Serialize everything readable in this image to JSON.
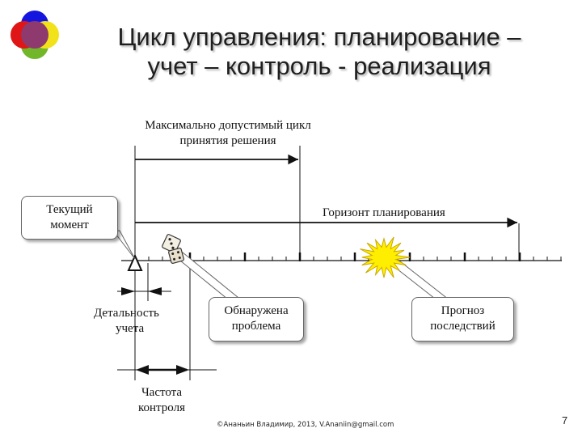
{
  "title": {
    "line1": "Цикл управления: планирование –",
    "line2": "учет – контроль - реализация"
  },
  "labels": {
    "max_cycle_line1": "Максимально допустимый цикл",
    "max_cycle_line2": "принятия решения",
    "horizon": "Горизонт планирования",
    "detail_line1": "Детальность",
    "detail_line2": "учета",
    "frequency_line1": "Частота",
    "frequency_line2": "контроля"
  },
  "callouts": {
    "current_line1": "Текущий",
    "current_line2": "момент",
    "problem_line1": "Обнаружена",
    "problem_line2": "проблема",
    "forecast_line1": "Прогноз",
    "forecast_line2": "последствий"
  },
  "footer": "©Ананьин Владимир, 2013, V.Ananiin@gmail.com",
  "page_number": "7",
  "colors": {
    "logo_blue": "#1515e0",
    "logo_red": "#e01515",
    "logo_yellow": "#f2e21a",
    "logo_green": "#72b72a",
    "logo_center": "#8e3a6e",
    "burst": "#ffee00"
  },
  "icons": {
    "logo": "venn-logo-icon",
    "dice": "dice-icon",
    "burst": "explosion-icon",
    "current_marker": "triangle-marker-icon"
  }
}
